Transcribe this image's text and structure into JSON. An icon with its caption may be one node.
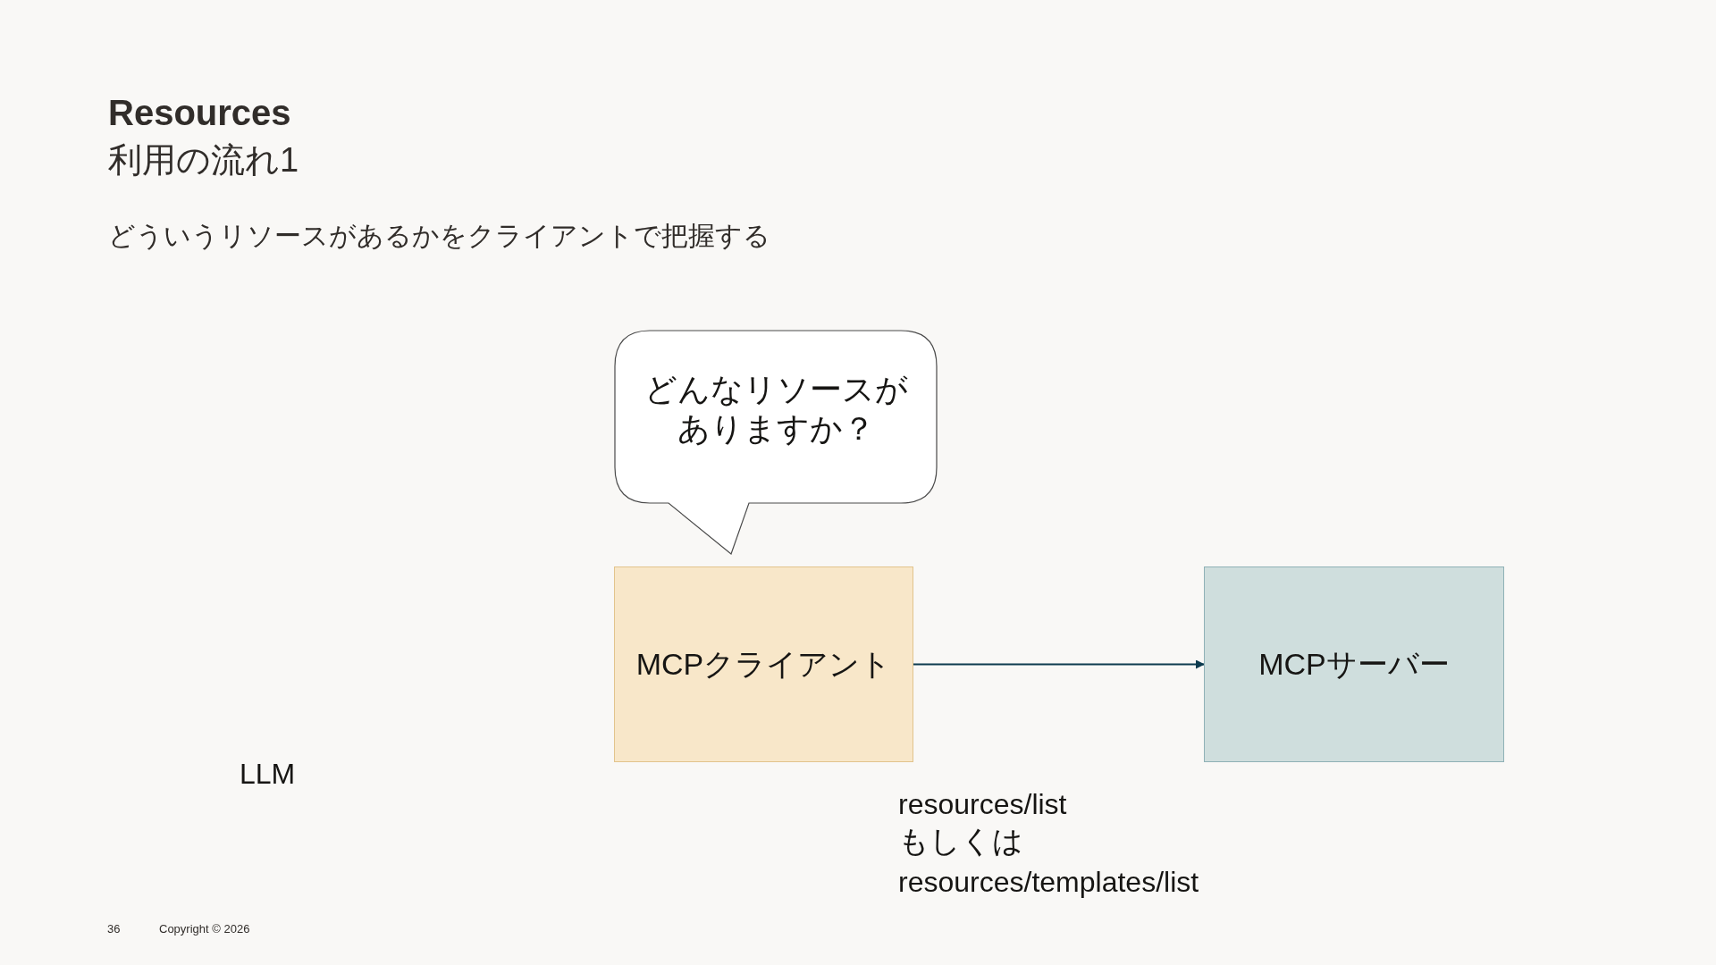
{
  "diagram": {
    "title": "Resources",
    "nodes": [
      {
        "text": [
          "どんなリソースがありますか？"
        ]
      },
      {
        "text": [
          "MCPクライアント"
        ]
      },
      {
        "text": [
          "MCPサーバー"
        ]
      }
    ],
    "edges": [
      {
        "from": 1,
        "to": 2,
        "arrow": "to"
      }
    ],
    "labels": [
      "利用の流れ1",
      "どういうリソースがあるかをクライアントで把握する",
      "LLM",
      "resources/list",
      "もしくは",
      "resources/templates/list",
      "36",
      "Copyright © 2026"
    ]
  }
}
